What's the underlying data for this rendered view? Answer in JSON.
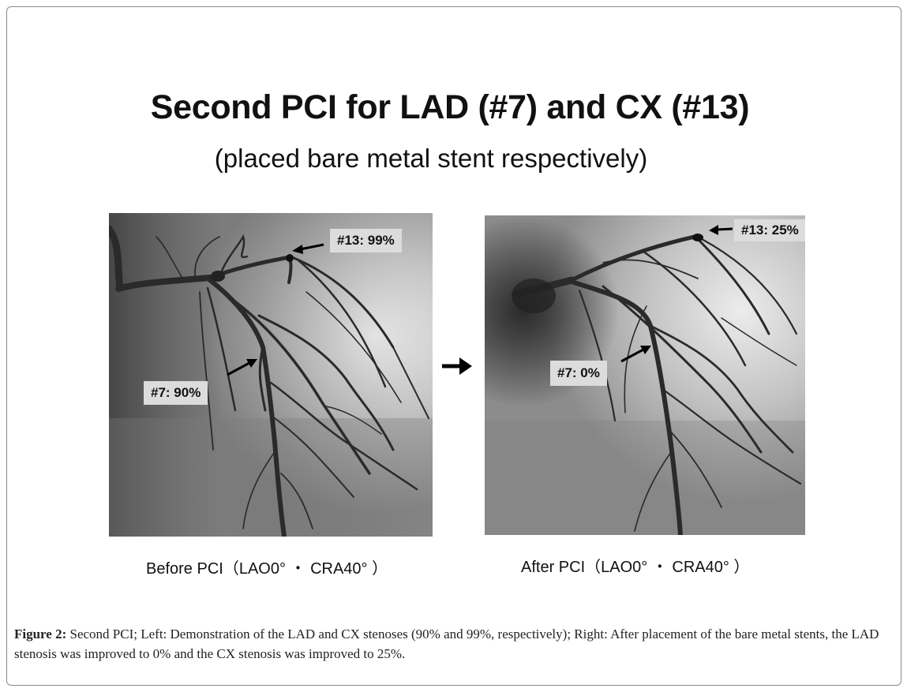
{
  "figure": {
    "title": "Second PCI for LAD (#7) and CX (#13)",
    "subtitle": "(placed bare metal stent respectively)",
    "between_arrow_icon": "arrow-right-icon",
    "panels": [
      {
        "caption": "Before PCI（LAO0°  ・  CRA40°  ）",
        "label_cx": "#13: 99%",
        "label_lad": "#7: 90%"
      },
      {
        "caption": "After PCI（LAO0°  ・  CRA40°  ）",
        "label_cx": "#13: 25%",
        "label_lad": "#7: 0%"
      }
    ],
    "caption_label": "Figure 2:",
    "caption_text": " Second PCI; Left: Demonstration of the LAD and CX stenoses (90% and 99%, respectively); Right: After placement of the bare metal stents, the LAD stenosis was improved to 0% and the CX stenosis was improved to 25%."
  }
}
